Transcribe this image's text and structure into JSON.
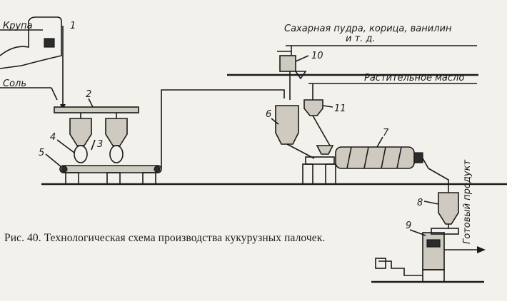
{
  "labels": {
    "krupa": "Крупа",
    "sol": "Соль",
    "sugar": "Сахарная пудра, корица, ванилин",
    "sugar2": "и т. д.",
    "oil": "Растительное масло",
    "product": "Готовый продукт"
  },
  "numbers": {
    "n1": "1",
    "n2": "2",
    "n3": "3",
    "n4": "4",
    "n5": "5",
    "n6": "6",
    "n7": "7",
    "n8": "8",
    "n9": "9",
    "n10": "10",
    "n11": "11"
  },
  "caption": {
    "text": "Рис. 40. Технологическая схема производства кукурузных палочек."
  }
}
